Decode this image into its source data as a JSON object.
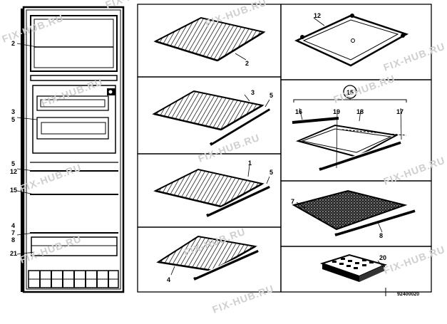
{
  "watermark": "FIX-HUB.RU",
  "code": "92400020",
  "labels": {
    "l2a": "2",
    "l3": "3",
    "l5a": "5",
    "l5b": "5",
    "l12a": "12",
    "l15a": "15",
    "l4": "4",
    "l7a": "7",
    "l8a": "8",
    "l21": "21",
    "p2": "2",
    "p3": "3",
    "p5a": "5",
    "p1": "1",
    "p5b": "5",
    "p4": "4",
    "p12": "12",
    "p15": "15",
    "p16": "16",
    "p19": "19",
    "p18": "18",
    "p17": "17",
    "p7": "7",
    "p8": "8",
    "p20": "20"
  }
}
